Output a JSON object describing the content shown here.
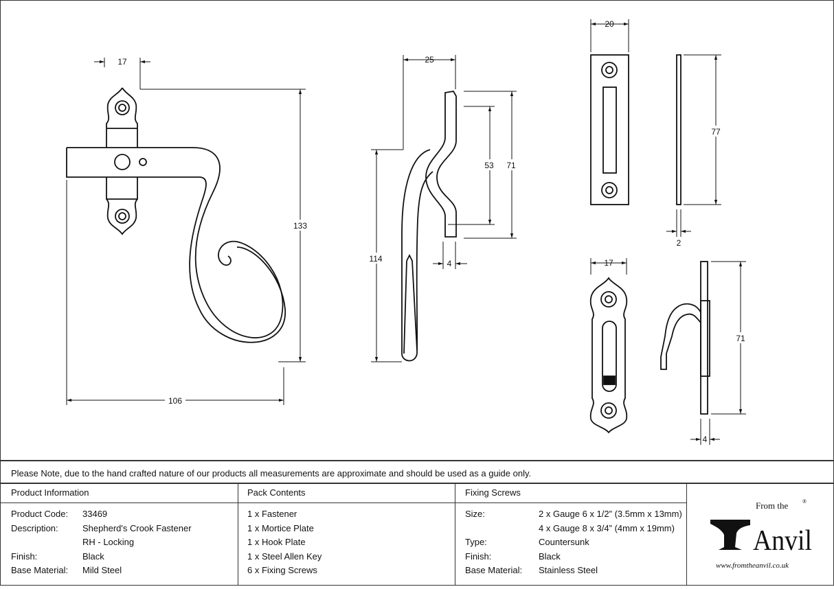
{
  "dimensions": {
    "fastener_width": "17",
    "fastener_height": "133",
    "fastener_length": "106",
    "side_depth": "25",
    "side_height": "114",
    "hook_gap": "53",
    "hook_height": "71",
    "bar_thickness": "4",
    "mortice_width": "20",
    "mortice_height": "77",
    "mortice_thickness": "2",
    "hookplate_width": "17",
    "hookplate_height": "71",
    "hookplate_thickness": "4"
  },
  "note": "Please Note, due to the hand crafted nature of our products all measurements are approximate and should be used as a guide only.",
  "product_info": {
    "header": "Product Information",
    "rows": [
      {
        "label": "Product Code:",
        "value": "33469"
      },
      {
        "label": "Description:",
        "value": "Shepherd's Crook Fastener"
      },
      {
        "label": "",
        "value": "RH - Locking"
      },
      {
        "label": "Finish:",
        "value": "Black"
      },
      {
        "label": "Base Material:",
        "value": "Mild Steel"
      }
    ]
  },
  "pack_contents": {
    "header": "Pack Contents",
    "items": [
      "1 x Fastener",
      "1 x Mortice Plate",
      "1 x Hook Plate",
      "1 x Steel Allen Key",
      "6 x Fixing Screws"
    ]
  },
  "fixing_screws": {
    "header": "Fixing Screws",
    "rows": [
      {
        "label": "Size:",
        "value": "2 x Gauge 6 x 1/2” (3.5mm x 13mm)"
      },
      {
        "label": "",
        "value": "4 x Gauge 8 x 3/4” (4mm x 19mm)"
      },
      {
        "label": "Type:",
        "value": "Countersunk"
      },
      {
        "label": "Finish:",
        "value": "Black"
      },
      {
        "label": "Base Material:",
        "value": "Stainless Steel"
      }
    ]
  },
  "logo": {
    "top": "From the",
    "main": "Anvil",
    "url": "www.fromtheanvil.co.uk",
    "mark": "®"
  }
}
